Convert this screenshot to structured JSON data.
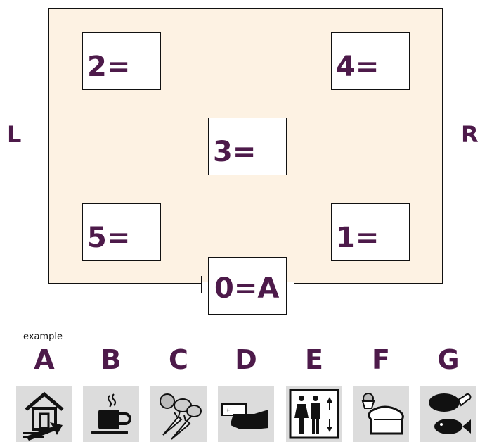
{
  "sides": {
    "left": "L",
    "right": "R"
  },
  "bays": [
    {
      "label": "2="
    },
    {
      "label": "4="
    },
    {
      "label": "3="
    },
    {
      "label": "5="
    },
    {
      "label": "1="
    },
    {
      "label": "0=A"
    }
  ],
  "legend": {
    "example_label": "example",
    "letters": [
      "A",
      "B",
      "C",
      "D",
      "E",
      "F",
      "G"
    ],
    "icons": [
      "home-entrance-icon",
      "coffee-cup-icon",
      "vegetables-icon",
      "payment-hand-icon",
      "lift-toilets-icon",
      "bakery-icon",
      "meat-fish-icon"
    ]
  },
  "colors": {
    "label": "#4d1a4a",
    "room_fill": "#fdf2e3",
    "tile": "#dcdcdc"
  }
}
